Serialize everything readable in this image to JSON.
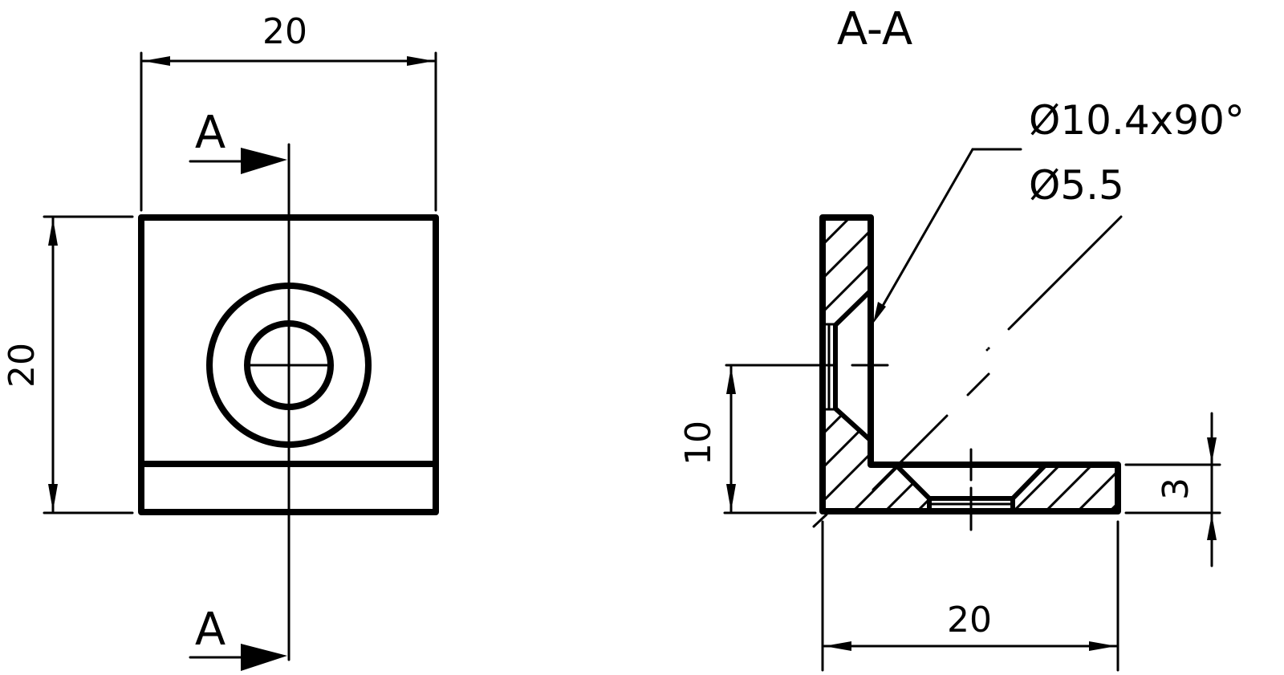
{
  "drawing": {
    "type": "technical-drawing",
    "subject": "angle bracket with countersunk hole",
    "colors": {
      "line": "#000000",
      "background": "#ffffff"
    }
  },
  "front_view": {
    "width_dimension": "20",
    "height_dimension": "20",
    "section_marker_top": "A",
    "section_marker_bottom": "A"
  },
  "section_view": {
    "title": "A-A",
    "countersink_callout": "Ø10.4x90°",
    "hole_callout": "Ø5.5",
    "hole_height_dimension": "10",
    "thickness_dimension": "3",
    "width_dimension": "20"
  }
}
